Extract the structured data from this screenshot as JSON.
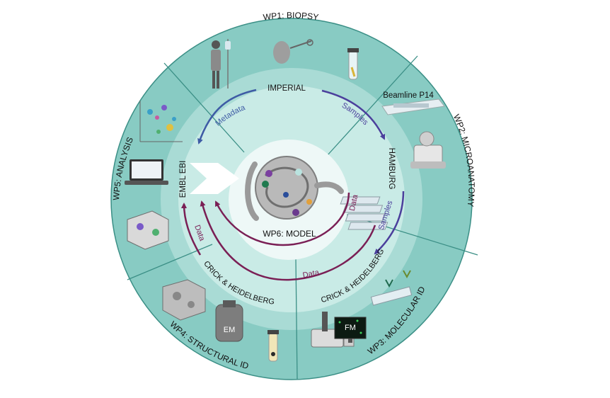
{
  "workpackages": {
    "wp1": "WP1: BIOPSY",
    "wp2": "WP2: MICROANATOMY",
    "wp3": "WP3: MOLECULAR ID",
    "wp4": "WP4: STRUCTURAL ID",
    "wp5": "WP5: ANALYSIS",
    "wp6": "WP6: MODEL"
  },
  "institutions": {
    "imperial": "IMPERIAL",
    "hamburg": "HAMBURG",
    "embl": "EMBL EBI",
    "crick_left": "CRICK & HEIDELBERG",
    "crick_right": "CRICK & HEIDELBERG"
  },
  "flows": {
    "metadata": "Metadata",
    "samples_top": "Samples",
    "samples_right": "Samples",
    "data_right": "Data",
    "data_bottom": "Data",
    "data_left": "Data"
  },
  "instruments": {
    "beamline": "Beamline P14",
    "em": "EM",
    "fm": "FM"
  },
  "colors": {
    "outer_ring": "#88cbc3",
    "middle_ring": "#a9dbd5",
    "inner_ring": "#c9ebe6",
    "center": "#eef8f7",
    "divider": "#3b8f86",
    "blue_arrow": "#3e5ba5",
    "purple_arrow": "#4b3f9c",
    "maroon_arrow": "#7a1f55"
  }
}
